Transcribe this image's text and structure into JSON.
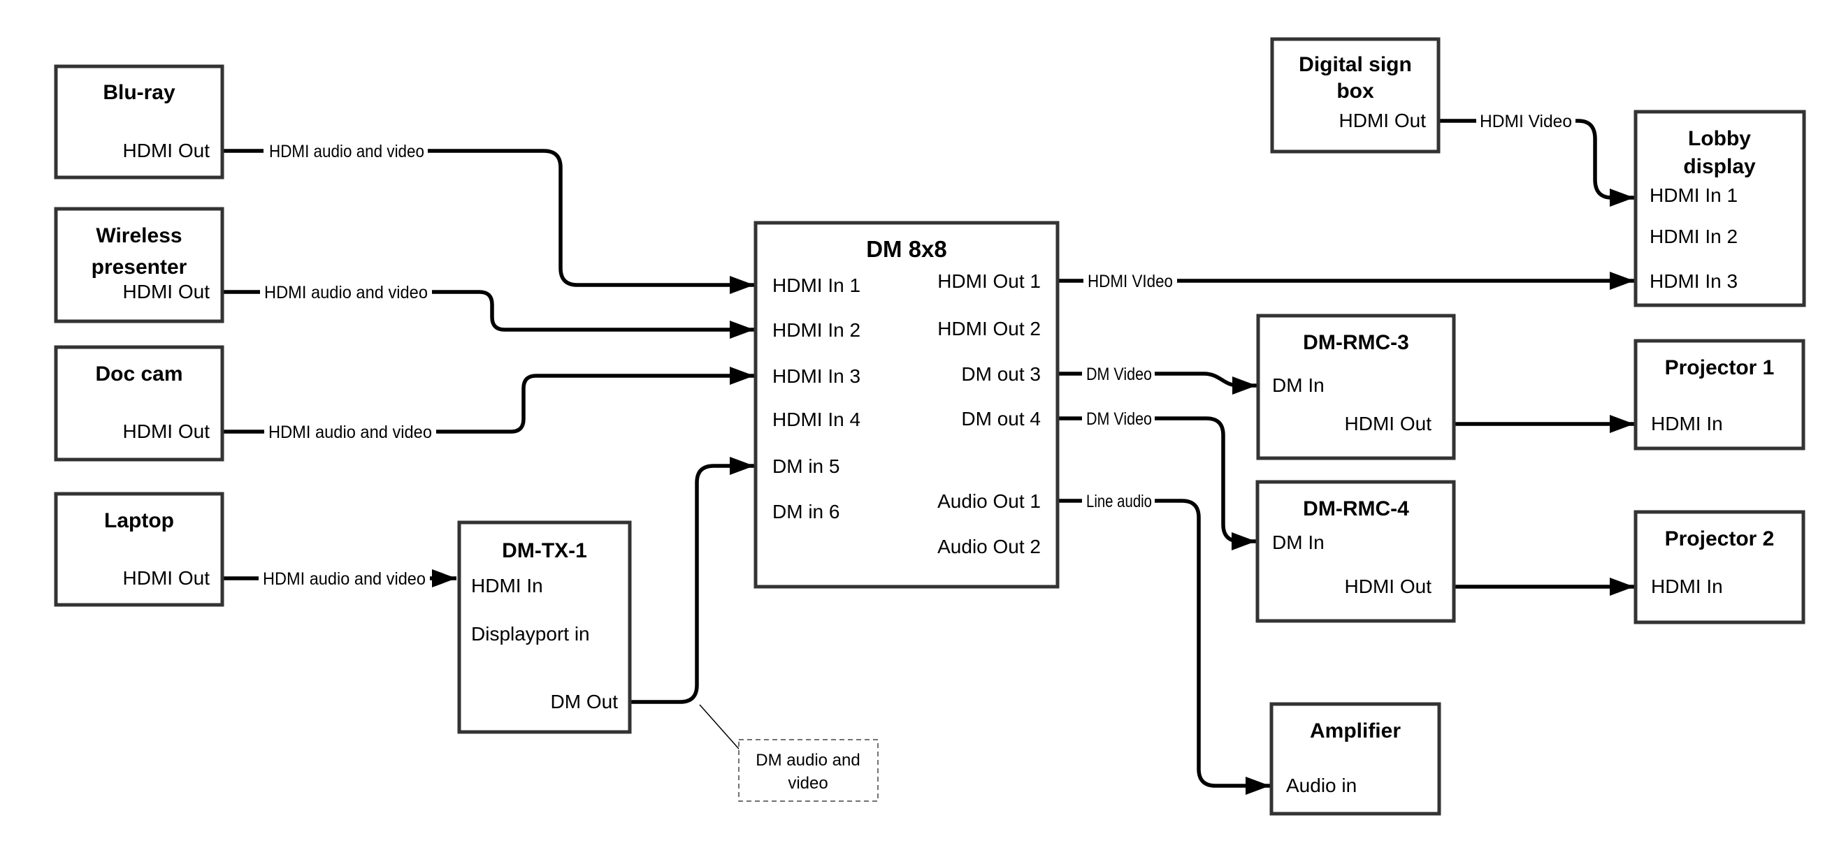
{
  "diagram": {
    "background_color": "#ffffff",
    "box_border_color": "#333333",
    "wire_color": "#000000",
    "text_color": "#000000"
  },
  "nodes": {
    "blu_ray": {
      "title": "Blu-ray",
      "port_hdmi_out": "HDMI Out"
    },
    "wireless_presenter": {
      "title_line1": "Wireless",
      "title_line2": "presenter",
      "port_hdmi_out": "HDMI Out"
    },
    "doc_cam": {
      "title": "Doc cam",
      "port_hdmi_out": "HDMI Out"
    },
    "laptop": {
      "title": "Laptop",
      "port_hdmi_out": "HDMI Out"
    },
    "dm_tx_1": {
      "title": "DM-TX-1",
      "port_hdmi_in": "HDMI In",
      "port_displayport_in": "Displayport in",
      "port_dm_out": "DM Out"
    },
    "dm_8x8": {
      "title": "DM 8x8",
      "inputs": [
        "HDMI In 1",
        "HDMI In 2",
        "HDMI In 3",
        "HDMI In 4",
        "DM in 5",
        "DM in 6"
      ],
      "outputs": [
        "HDMI Out 1",
        "HDMI Out 2",
        "DM out 3",
        "DM out 4",
        "Audio Out 1",
        "Audio Out 2"
      ]
    },
    "digital_sign_box": {
      "title_line1": "Digital sign",
      "title_line2": "box",
      "port_hdmi_out": "HDMI Out"
    },
    "lobby_display": {
      "title_line1": "Lobby",
      "title_line2": "display",
      "ports": [
        "HDMI In 1",
        "HDMI In 2",
        "HDMI In 3"
      ]
    },
    "dm_rmc_3": {
      "title": "DM-RMC-3",
      "port_dm_in": "DM In",
      "port_hdmi_out": "HDMI Out"
    },
    "projector_1": {
      "title": "Projector 1",
      "port_hdmi_in": "HDMI In"
    },
    "dm_rmc_4": {
      "title": "DM-RMC-4",
      "port_dm_in": "DM In",
      "port_hdmi_out": "HDMI Out"
    },
    "projector_2": {
      "title": "Projector 2",
      "port_hdmi_in": "HDMI In"
    },
    "amplifier": {
      "title": "Amplifier",
      "port_audio_in": "Audio in"
    }
  },
  "wire_labels": {
    "blu_ray_to_dm8x8": "HDMI audio and video",
    "wireless_to_dm8x8": "HDMI audio and video",
    "doc_cam_to_dm8x8": "HDMI audio and video",
    "laptop_to_dmtx1": "HDMI audio and video",
    "dm8x8_out1_to_lobby": "HDMI VIdeo",
    "dm8x8_out3_to_rmc3": "DM Video",
    "dm8x8_out4_to_rmc4": "DM Video",
    "dm8x8_audio1_to_amp": "Line audio",
    "sign_to_lobby": "HDMI Video"
  },
  "callout": {
    "line1": "DM audio and",
    "line2": "video"
  }
}
